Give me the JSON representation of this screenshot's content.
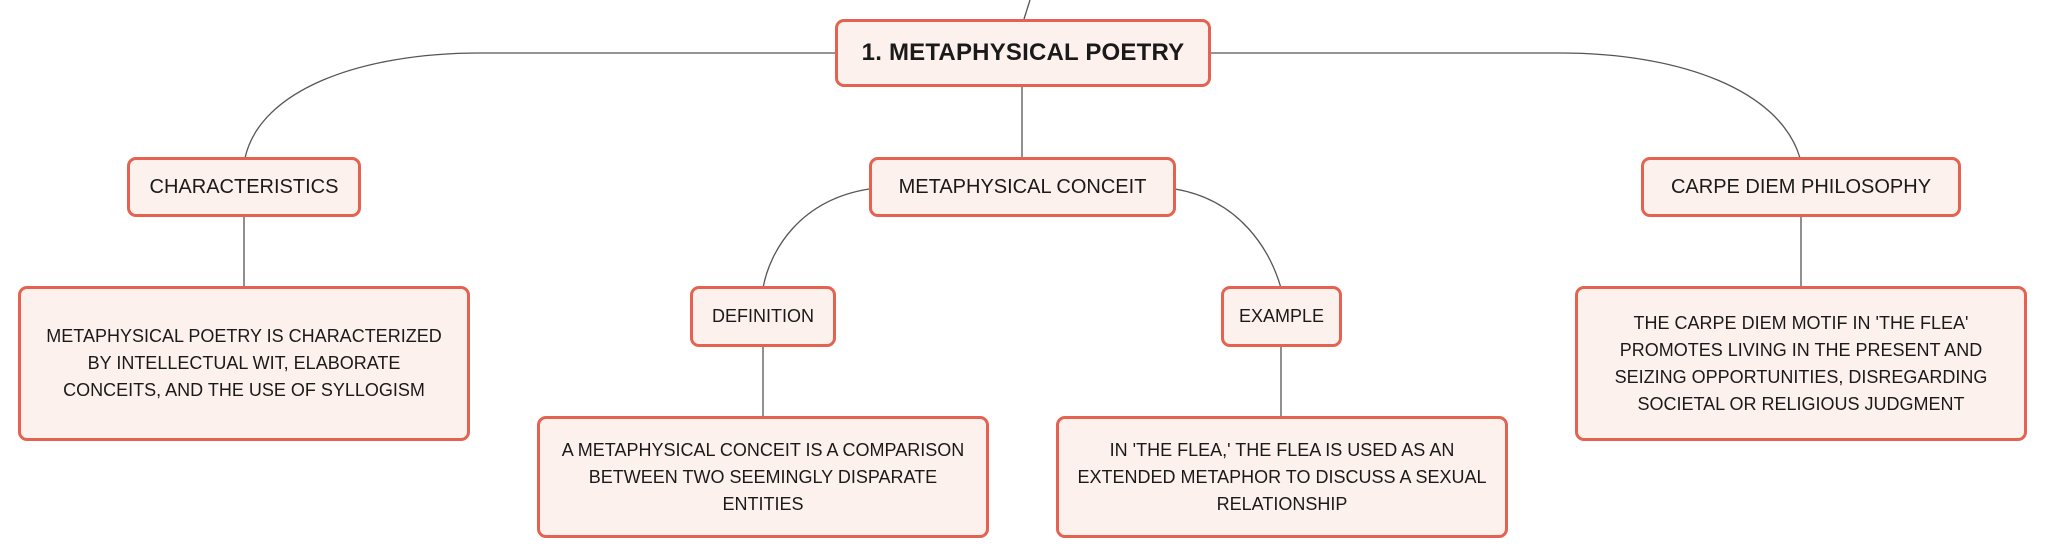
{
  "root": {
    "label": "1. METAPHYSICAL POETRY"
  },
  "topics": {
    "characteristics": {
      "label": "CHARACTERISTICS",
      "detail": "METAPHYSICAL POETRY IS CHARACTERIZED BY INTELLECTUAL WIT, ELABORATE CONCEITS, AND THE USE OF SYLLOGISM"
    },
    "conceit": {
      "label": "METAPHYSICAL CONCEIT",
      "definition": {
        "label": "DEFINITION",
        "detail": "A METAPHYSICAL CONCEIT IS A COMPARISON BETWEEN TWO SEEMINGLY DISPARATE ENTITIES"
      },
      "example": {
        "label": "EXAMPLE",
        "detail": "IN 'THE FLEA,' THE FLEA IS USED AS AN EXTENDED METAPHOR TO DISCUSS A SEXUAL RELATIONSHIP"
      }
    },
    "carpe_diem": {
      "label": "CARPE DIEM PHILOSOPHY",
      "detail": "THE CARPE DIEM MOTIF IN 'THE FLEA' PROMOTES LIVING IN THE PRESENT AND SEIZING OPPORTUNITIES, DISREGARDING SOCIETAL OR RELIGIOUS JUDGMENT"
    }
  },
  "colors": {
    "node_border": "#e4624f",
    "node_fill": "#fdf1ee",
    "connector": "#555555",
    "text": "#1a1a1a"
  }
}
